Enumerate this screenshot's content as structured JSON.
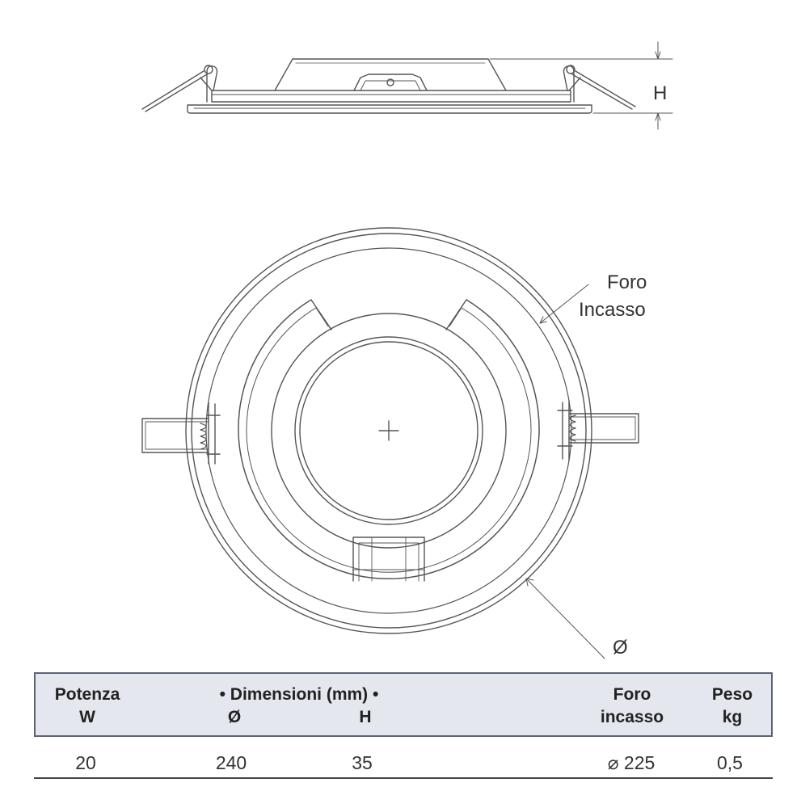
{
  "labels": {
    "height_marker": "H",
    "cutout_line1": "Foro",
    "cutout_line2": "Incasso",
    "diameter_marker": "Ø"
  },
  "table": {
    "headers": {
      "power_title": "Potenza",
      "power_unit": "W",
      "dimensions_title": "• Dimensioni (mm) •",
      "diameter_sub": "Ø",
      "height_sub": "H",
      "cutout_title": "Foro",
      "cutout_sub": "incasso",
      "weight_title": "Peso",
      "weight_unit": "kg"
    },
    "row": {
      "power": "20",
      "diameter": "240",
      "height": "35",
      "cutout": "⌀ 225",
      "weight": "0,5"
    }
  },
  "colors": {
    "line": "#555555",
    "header_fill": "#e4e7ee",
    "header_border": "#5a6478"
  }
}
